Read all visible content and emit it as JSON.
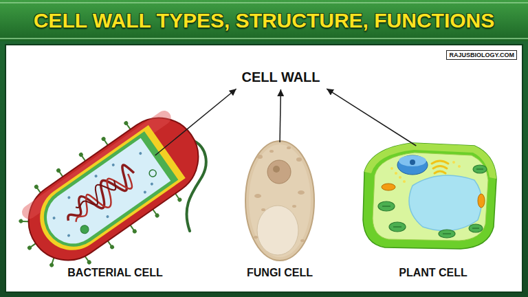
{
  "diagram": {
    "title": "CELL WALL TYPES, STRUCTURE, FUNCTIONS",
    "nodes": [
      {
        "text": [
          "CELL WALL"
        ]
      },
      {
        "text": [
          "BACTERIAL CELL"
        ]
      },
      {
        "text": [
          "FUNGI CELL"
        ]
      },
      {
        "text": [
          "PLANT CELL"
        ]
      }
    ],
    "edges": [
      {
        "from": 1,
        "to": 0,
        "arrow": "to"
      },
      {
        "from": 2,
        "to": 0,
        "arrow": "to"
      },
      {
        "from": 3,
        "to": 0,
        "arrow": "to"
      }
    ],
    "labels": [
      "RAJUSBIOLOGY.COM"
    ]
  }
}
